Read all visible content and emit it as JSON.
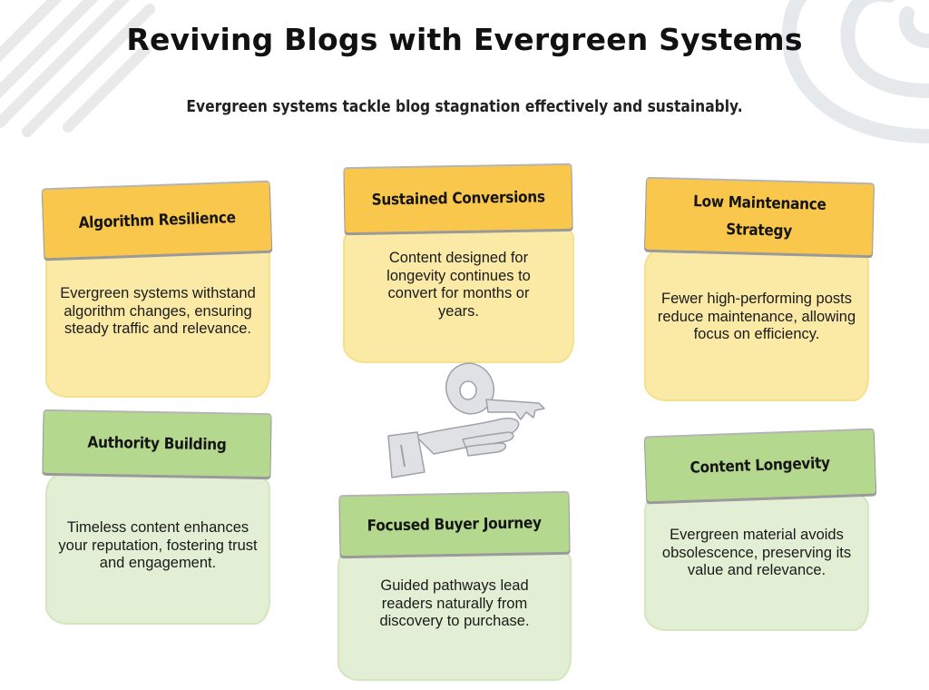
{
  "title": "Reviving Blogs with Evergreen Systems",
  "subtitle": "Evergreen systems tackle blog stagnation effectively and sustainably.",
  "cards": [
    {
      "heading": "Algorithm Resilience",
      "text": "Evergreen systems withstand algorithm changes, ensuring steady traffic and relevance.",
      "color": "yellow"
    },
    {
      "heading": "Sustained Conversions",
      "text": "Content designed for longevity continues to convert for months or years.",
      "color": "yellow"
    },
    {
      "heading": "Low Maintenance Strategy",
      "text": "Fewer high-performing posts reduce maintenance, allowing focus on efficiency.",
      "color": "yellow"
    },
    {
      "heading": "Authority Building",
      "text": "Timeless content enhances your reputation, fostering trust and engagement.",
      "color": "green"
    },
    {
      "heading": "Focused Buyer Journey",
      "text": "Guided pathways lead readers naturally from discovery to purchase.",
      "color": "green"
    },
    {
      "heading": "Content Longevity",
      "text": "Evergreen material avoids obsolescence, preserving its value and relevance.",
      "color": "green"
    }
  ],
  "center_icon": "hand-holding-key-icon",
  "colors": {
    "yellow_tag": "#f9c74c",
    "yellow_body": "#fbeaa6",
    "green_tag": "#b5d88f",
    "green_body": "#e3efd4"
  }
}
